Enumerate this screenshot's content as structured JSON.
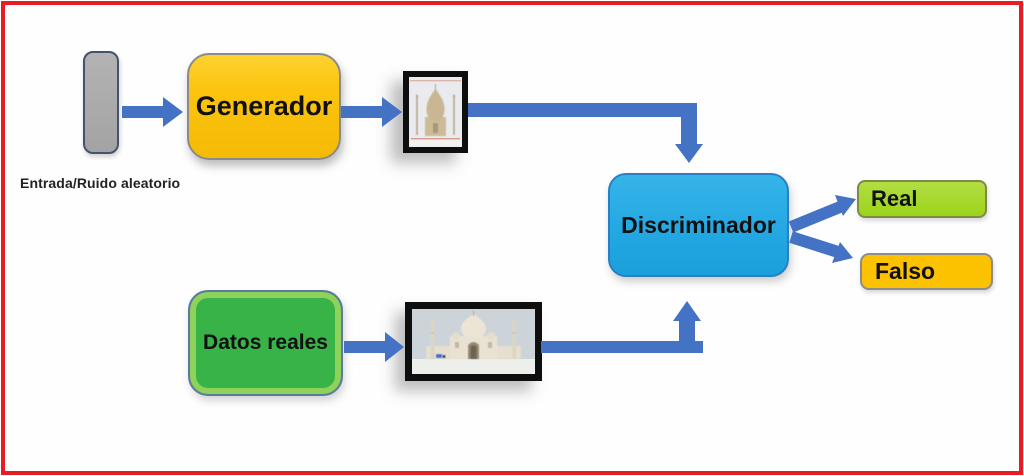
{
  "frame": {
    "border_color": "#e81c24",
    "background": "#fefefe"
  },
  "diagram": {
    "type": "flowchart",
    "subject": "GAN architecture (generative adversarial network)",
    "arrow_color": "#4472c4",
    "nodes": {
      "noise_input": {
        "label": "",
        "shape": "rounded-rectangle",
        "fill": "#a6a6a6",
        "border": "#44546a"
      },
      "noise_caption": {
        "text": "Entrada/Ruido aleatorio"
      },
      "generator": {
        "label": "Generador",
        "fill": "#fcc200",
        "border": "#8a8a8a"
      },
      "generated_image": {
        "icon": "framed-generated-taj-mahal-picture"
      },
      "real_data": {
        "label": "Datos reales",
        "fill": "#38b348",
        "border": "#5b7b9e"
      },
      "real_image": {
        "icon": "framed-real-taj-mahal-photo"
      },
      "discriminator": {
        "label": "Discriminador",
        "fill": "#23a7e2",
        "border": "#2a7fc4"
      },
      "output_real": {
        "label": "Real",
        "fill": "#9cd31a",
        "border": "#7c8b45"
      },
      "output_false": {
        "label": "Falso",
        "fill": "#fcc200",
        "border": "#8c8c8c"
      }
    },
    "edges": [
      {
        "from": "noise_input",
        "to": "generator",
        "style": "straight-right"
      },
      {
        "from": "generator",
        "to": "generated_image",
        "style": "straight-right"
      },
      {
        "from": "generated_image",
        "to": "discriminator",
        "style": "elbow-right-down"
      },
      {
        "from": "real_data",
        "to": "real_image",
        "style": "straight-right"
      },
      {
        "from": "real_image",
        "to": "discriminator",
        "style": "elbow-right-up"
      },
      {
        "from": "discriminator",
        "to": "output_real",
        "style": "diagonal-up-right"
      },
      {
        "from": "discriminator",
        "to": "output_false",
        "style": "diagonal-down-right"
      }
    ]
  }
}
